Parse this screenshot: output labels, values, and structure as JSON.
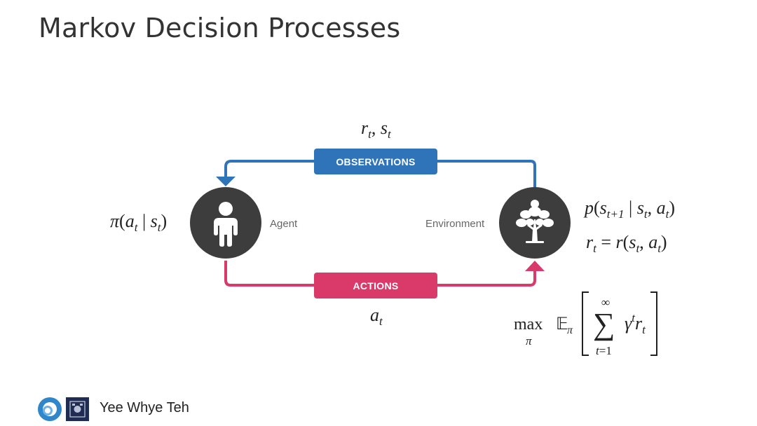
{
  "slide": {
    "title": "Markov Decision Processes",
    "author": "Yee Whye Teh"
  },
  "diagram": {
    "observations_label": "OBSERVATIONS",
    "actions_label": "ACTIONS",
    "agent_label": "Agent",
    "environment_label": "Environment",
    "observation_symbols": "r_t, s_t",
    "action_symbol": "a_t",
    "policy": "π(a_t | s_t)",
    "transition": "p(s_{t+1} | s_t, a_t)",
    "reward": "r_t = r(s_t, a_t)",
    "objective": "max_π E_π [ Σ_{t=1}^{∞} γ^t r_t ]"
  },
  "colors": {
    "observations": "#2f74b9",
    "actions": "#d93a6a",
    "node": "#3d3d3d"
  },
  "icons": [
    "person-icon",
    "tree-icon",
    "logo-icon",
    "crest-icon"
  ]
}
